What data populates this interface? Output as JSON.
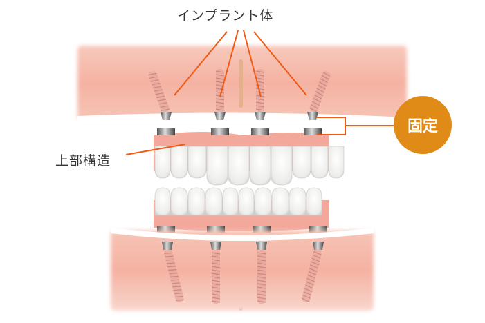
{
  "labels": {
    "implant_body": "インプラント体",
    "superstructure": "上部構造",
    "fixed": "固定"
  },
  "colors": {
    "leader_line": "#f05a14",
    "badge": "#e08a18",
    "gum": "#f5b6a6",
    "tooth": "#f4f4f2"
  }
}
